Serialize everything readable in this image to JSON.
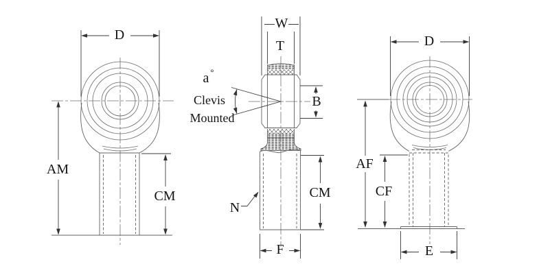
{
  "drawing": {
    "type": "rod-end-bearing-dimension-drawing",
    "views": {
      "left": {
        "name": "male-rod-end-front-view",
        "labels": {
          "d": "D",
          "am": "AM",
          "cm": "CM"
        }
      },
      "middle": {
        "name": "rod-end-side-view",
        "labels": {
          "w": "W",
          "t": "T",
          "angle": "a",
          "degree": "°",
          "mount_line1": "Clevis",
          "mount_line2": "Mounted",
          "b": "B",
          "n": "N",
          "cm": "CM",
          "f": "F"
        }
      },
      "right": {
        "name": "female-rod-end-front-view",
        "labels": {
          "d": "D",
          "af": "AF",
          "cf": "CF",
          "e": "E"
        }
      }
    }
  },
  "colors": {
    "background": "#ffffff",
    "line": "#606060",
    "dimension": "#3c3c3c",
    "text": "#141414"
  }
}
